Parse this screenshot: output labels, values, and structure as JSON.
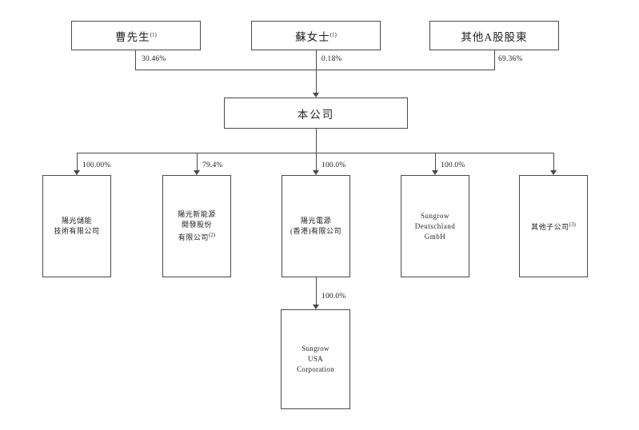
{
  "diagram": {
    "shareholders": [
      {
        "label": "曹先生",
        "note": "(1)",
        "pct": "30.46%"
      },
      {
        "label": "蘇女士",
        "note": "(1)",
        "pct": "0.18%"
      },
      {
        "label": "其他A股股東",
        "note": "",
        "pct": "69.36%"
      }
    ],
    "company": {
      "label": "本公司"
    },
    "subsidiaries": [
      {
        "lines": [
          "陽光儲能",
          "技術有限公司"
        ],
        "note": "",
        "pct": "100.00%"
      },
      {
        "lines": [
          "陽光新能源",
          "開發股份",
          "有限公司"
        ],
        "note": "(2)",
        "pct": "79.4%"
      },
      {
        "lines": [
          "陽光電源",
          "(香港)有限公司"
        ],
        "note": "",
        "pct": "100.0%"
      },
      {
        "lines": [
          "Sungrow",
          "Deutschland",
          "GmbH"
        ],
        "note": "",
        "pct": "100.0%"
      },
      {
        "lines": [
          "其他子公司"
        ],
        "note": "(3)",
        "pct": ""
      }
    ],
    "grandchild": {
      "lines": [
        "Sungrow",
        "USA",
        "Corporation"
      ],
      "pct": "100.0%"
    }
  },
  "colors": {
    "line": "#4a4a4a",
    "text": "#1f1f1f",
    "background": "#ffffff"
  }
}
